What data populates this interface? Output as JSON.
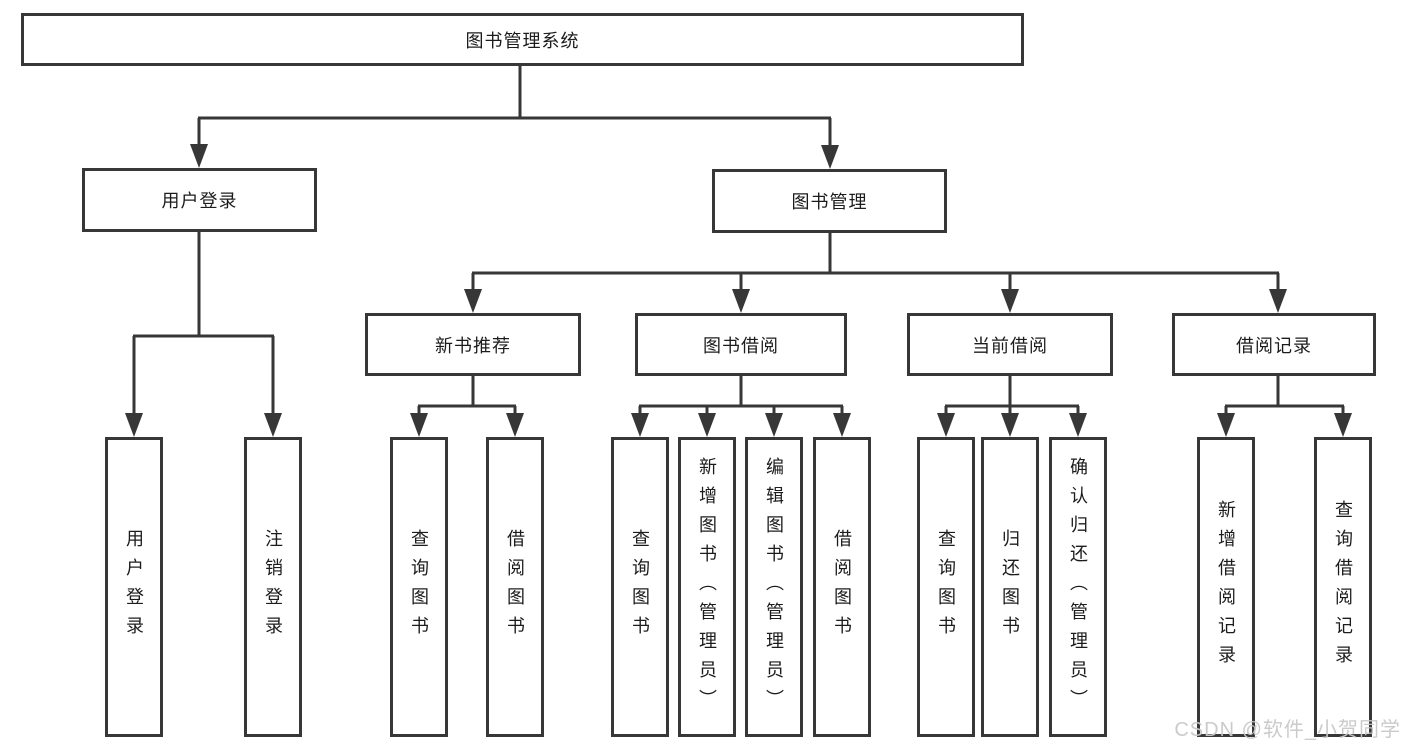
{
  "diagram": {
    "kind": "functional-structure-tree",
    "colors": {
      "line": "#373737",
      "box_border": "#373737",
      "text": "#1c1c1c",
      "background": "#ffffff",
      "watermark": "#c8c8c8"
    }
  },
  "tree": {
    "label": "图书管理系统",
    "children": [
      {
        "label": "用户登录",
        "children": [
          {
            "label": "用户登录"
          },
          {
            "label": "注销登录"
          }
        ]
      },
      {
        "label": "图书管理",
        "children": [
          {
            "label": "新书推荐",
            "children": [
              {
                "label": "查询图书"
              },
              {
                "label": "借阅图书"
              }
            ]
          },
          {
            "label": "图书借阅",
            "children": [
              {
                "label": "查询图书"
              },
              {
                "label": "新增图书（管理员）"
              },
              {
                "label": "编辑图书（管理员）"
              },
              {
                "label": "借阅图书"
              }
            ]
          },
          {
            "label": "当前借阅",
            "children": [
              {
                "label": "查询图书"
              },
              {
                "label": "归还图书"
              },
              {
                "label": "确认归还（管理员）"
              }
            ]
          },
          {
            "label": "借阅记录",
            "children": [
              {
                "label": "新增借阅记录"
              },
              {
                "label": "查询借阅记录"
              }
            ]
          }
        ]
      }
    ]
  },
  "watermark": {
    "text": "CSDN @软件_小贺同学"
  }
}
